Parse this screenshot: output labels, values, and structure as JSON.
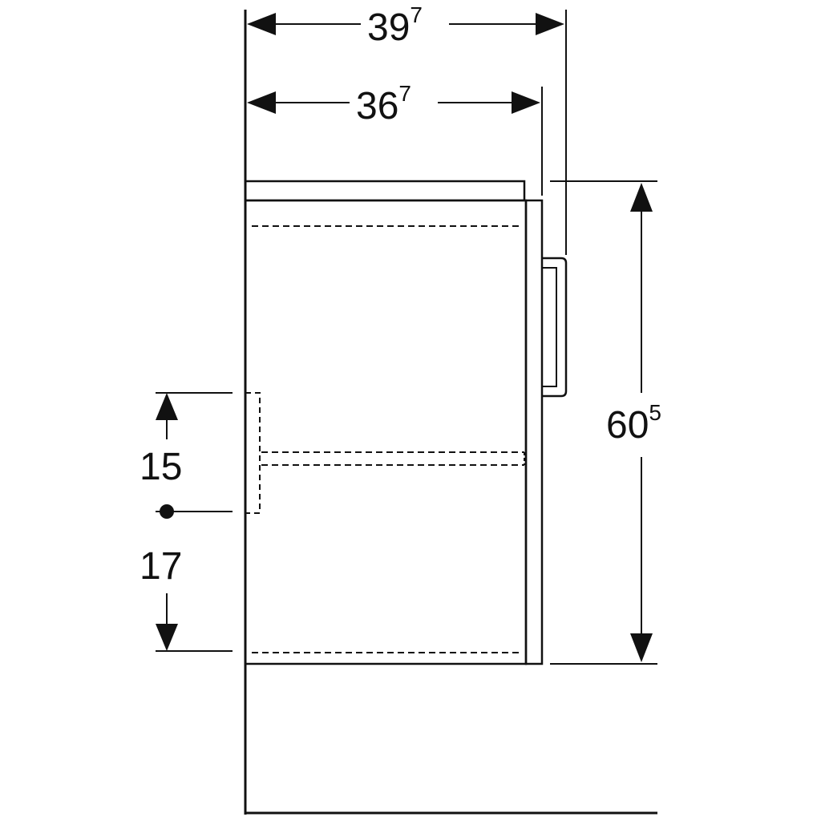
{
  "dimensions": {
    "outer_width": {
      "main": "39",
      "sup": "7"
    },
    "inner_width": {
      "main": "36",
      "sup": "7"
    },
    "height": {
      "main": "60",
      "sup": "5"
    },
    "upper_offset": {
      "main": "15"
    },
    "lower_offset": {
      "main": "17"
    }
  },
  "colors": {
    "line": "#111111",
    "background": "#ffffff"
  }
}
